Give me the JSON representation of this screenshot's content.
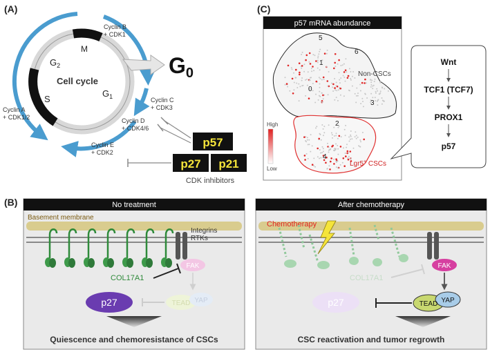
{
  "panels": {
    "a": {
      "letter": "(A)",
      "title": "Cell cycle",
      "g0": "G",
      "g0_sub": "0",
      "phases": {
        "m": "M",
        "g2": "G",
        "g2_sub": "2",
        "s": "S",
        "g1": "G",
        "g1_sub": "1"
      },
      "cyclins": [
        {
          "line1": "Cyclin B",
          "line2": "+ CDK1"
        },
        {
          "line1": "Cyclin C",
          "line2": "+ CDK3"
        },
        {
          "line1": "Cyclin D",
          "line2": "+ CDK4/6"
        },
        {
          "line1": "Cyclin E",
          "line2": "+ CDK2"
        },
        {
          "line1": "Cyclin A",
          "line2": "+ CDK1/2"
        }
      ],
      "inhibitors": [
        "p57",
        "p27",
        "p21"
      ],
      "inhibitors_label": "CDK inhibitors",
      "colors": {
        "arrow": "#4a9ccf",
        "box": "#111111",
        "box_text": "#f5e43a"
      }
    },
    "b": {
      "letter": "(B)",
      "left": {
        "title": "No treatment",
        "membrane": "Basement membrane",
        "receptors_line1": "Integrins",
        "receptors_line2": "RTKs",
        "fak": "FAK",
        "col17a1": "COL17A1",
        "tead": "TEAD",
        "yap": "YAP",
        "p27": "p27",
        "caption": "Quiescence and chemoresistance of CSCs"
      },
      "right": {
        "title": "After chemotherapy",
        "chemo": "Chemotherapy",
        "fak": "FAK",
        "col17a1": "COL17A1",
        "tead": "TEAD",
        "yap": "YAP",
        "p27": "p27",
        "caption": "CSC reactivation and tumor regrowth"
      }
    },
    "c": {
      "letter": "(C)",
      "title": "p57 mRNA abundance",
      "clusters": [
        "5",
        "6",
        "1",
        "0",
        "3",
        "2",
        "4"
      ],
      "non_csc_label": "Non-CSCs",
      "csc_label": "Lgr5",
      "csc_label_sup": "+",
      "csc_label_tail": " CSCs",
      "legend_high": "High",
      "legend_low": "Low",
      "pathway": [
        "Wnt",
        "TCF1 (TCF7)",
        "PROX1",
        "p57"
      ]
    }
  }
}
